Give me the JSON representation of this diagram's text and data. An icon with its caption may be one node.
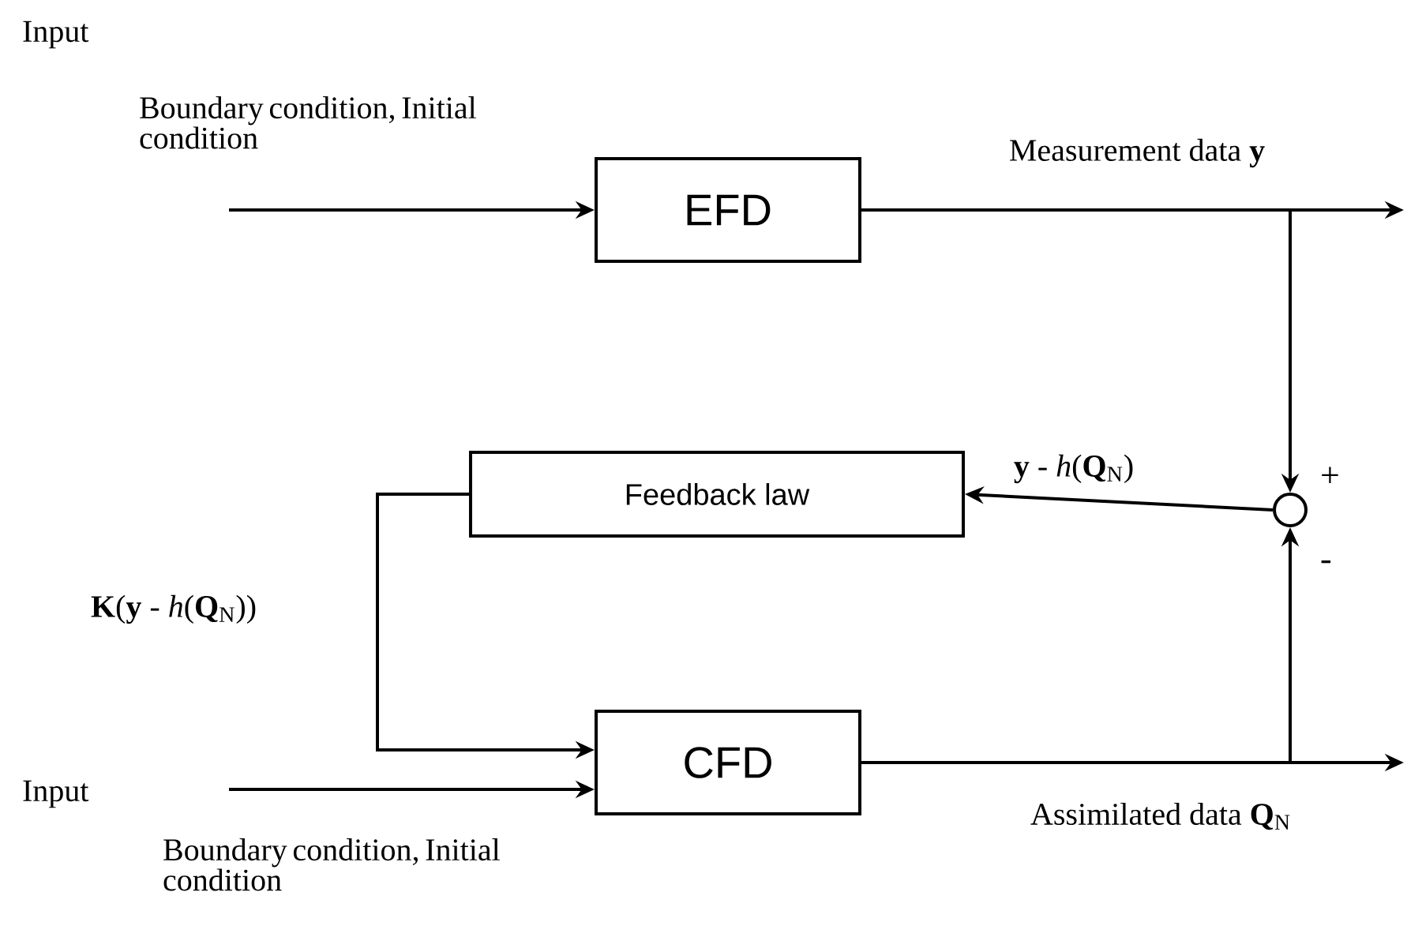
{
  "diagram": {
    "nodes": [
      {
        "text": [
          "EFD"
        ]
      },
      {
        "text": [
          "Feedback law"
        ]
      },
      {
        "text": [
          "CFD"
        ]
      },
      {
        "text": [],
        "shape": "circle"
      }
    ],
    "edges": [
      {
        "from": null,
        "to": 0,
        "arrow": "to",
        "label": "Boundary condition, Initial condition"
      },
      {
        "from": 0,
        "to": null,
        "arrow": "to",
        "label": "Measurement data **y**"
      },
      {
        "from": 0,
        "to": 3,
        "arrow": "to"
      },
      {
        "from": 3,
        "to": 1,
        "arrow": "to",
        "label": "**y** - *h*(**Q**$_{N}$)"
      },
      {
        "from": 1,
        "to": 2,
        "arrow": "to",
        "label": "**K**(**y** - *h*(**Q**$_{N}$))"
      },
      {
        "from": null,
        "to": 2,
        "arrow": "to",
        "label": "Boundary condition, Initial condition"
      },
      {
        "from": 2,
        "to": null,
        "arrow": "to",
        "label": "Assimilated data **Q**$_{N}$"
      },
      {
        "from": 2,
        "to": 3,
        "arrow": "to"
      }
    ],
    "labels": [
      "Input",
      "Input",
      "+",
      "-"
    ]
  }
}
